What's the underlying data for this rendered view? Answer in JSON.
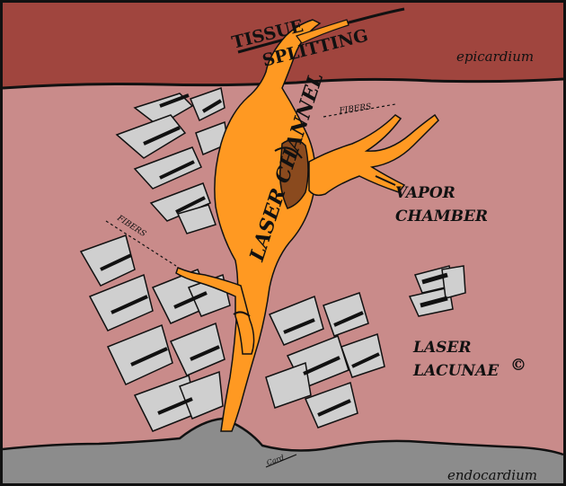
{
  "labels": {
    "tissue_splitting_1": "TISSUE",
    "tissue_splitting_2": "SPLITTING",
    "epicardium": "epicardium",
    "laser_channel": "LASER CHANNEL",
    "fibers_top": "FIBERS",
    "fibers_left": "FIBERS",
    "vapor_chamber_1": "VAPOR",
    "vapor_chamber_2": "CHAMBER",
    "laser_lacunae_1": "LASER",
    "laser_lacunae_2": "LACUNAE",
    "copyright": "©",
    "endocardium": "endocardium",
    "heart_label": "Card"
  },
  "colors": {
    "epicardium_band": "#a0453e",
    "myocardium": "#c98b8a",
    "laser_orange": "#ff9922",
    "fiber_gray": "#cfcfcf",
    "fiber_dark": "#1a1a1a",
    "endocardium_gray": "#8c8c8c",
    "chamber_brown": "#8a4a1e"
  }
}
